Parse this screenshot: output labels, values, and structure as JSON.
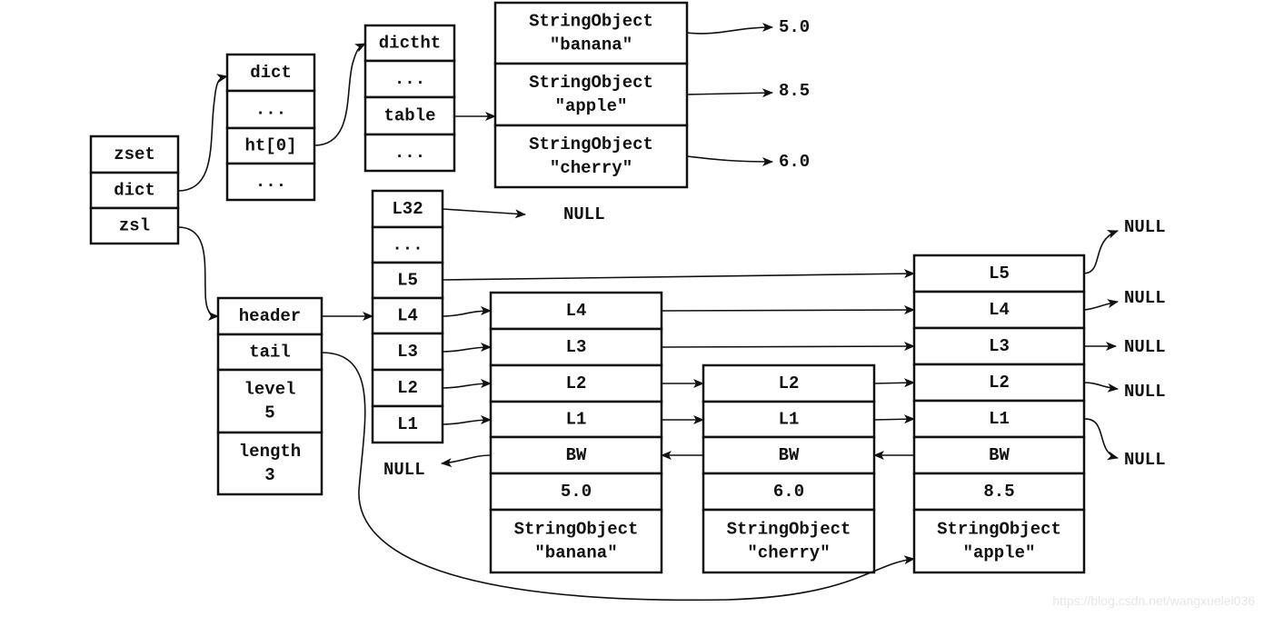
{
  "structures": {
    "zset": [
      "zset",
      "dict",
      "zsl"
    ],
    "dict": [
      "dict",
      "...",
      "ht[0]",
      "..."
    ],
    "dictht": [
      "dictht",
      "...",
      "table",
      "..."
    ],
    "dict_entries": [
      [
        "StringObject",
        "\"banana\""
      ],
      [
        "StringObject",
        "\"apple\""
      ],
      [
        "StringObject",
        "\"cherry\""
      ]
    ],
    "dict_values": [
      "5.0",
      "8.5",
      "6.0"
    ],
    "zskiplist": [
      [
        "header"
      ],
      [
        "tail"
      ],
      [
        "level",
        "5"
      ],
      [
        "length",
        "3"
      ]
    ],
    "header_levels": [
      "L32",
      "...",
      "L5",
      "L4",
      "L3",
      "L2",
      "L1"
    ],
    "node_banana": [
      [
        "L4"
      ],
      [
        "L3"
      ],
      [
        "L2"
      ],
      [
        "L1"
      ],
      [
        "BW"
      ],
      [
        "5.0"
      ],
      [
        "StringObject",
        "\"banana\""
      ]
    ],
    "node_cherry": [
      [
        "L2"
      ],
      [
        "L1"
      ],
      [
        "BW"
      ],
      [
        "6.0"
      ],
      [
        "StringObject",
        "\"cherry\""
      ]
    ],
    "node_apple": [
      [
        "L5"
      ],
      [
        "L4"
      ],
      [
        "L3"
      ],
      [
        "L2"
      ],
      [
        "L1"
      ],
      [
        "BW"
      ],
      [
        "8.5"
      ],
      [
        "StringObject",
        "\"apple\""
      ]
    ]
  },
  "null_label": "NULL",
  "watermark": "https://blog.csdn.net/wangxuelei036"
}
